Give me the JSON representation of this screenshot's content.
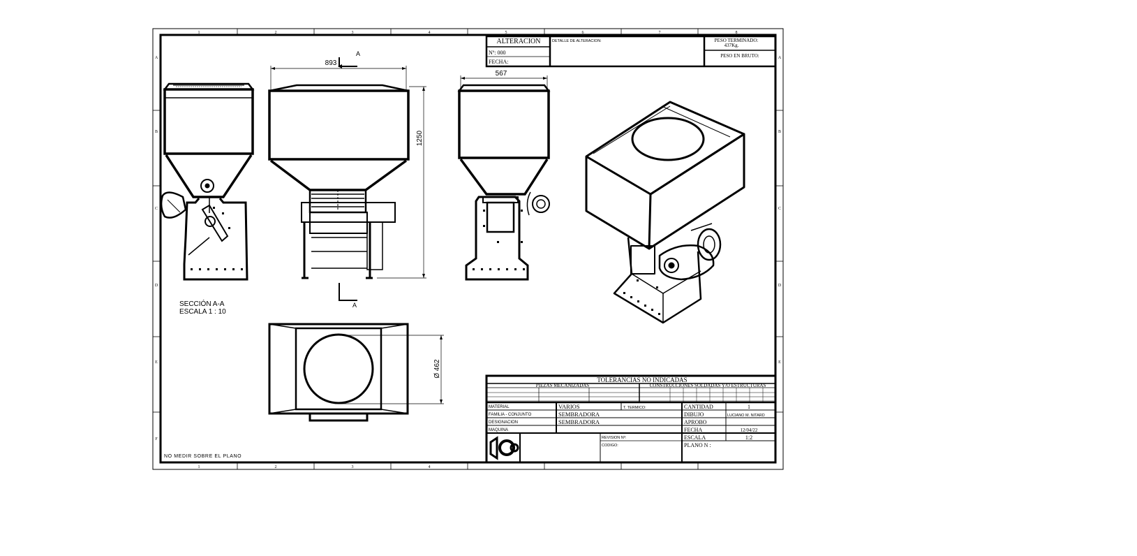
{
  "sheet": {
    "zone_columns": [
      "1",
      "2",
      "3",
      "4",
      "5",
      "6",
      "7",
      "8"
    ],
    "zone_rows": [
      "A",
      "B",
      "C",
      "D",
      "E",
      "F"
    ]
  },
  "revision": {
    "header": "ALTERACION",
    "number": "Nº: 000",
    "date_label": "FECHA:",
    "detail_label": "DETALLE DE ALTERACION:",
    "weight_finished_label": "PESO TERMINADO:",
    "weight_finished_value": "437Kg.",
    "weight_gross_label": "PESO EN BRUTO:"
  },
  "dimensions": {
    "width_front": "893",
    "width_side": "567",
    "height": "1250",
    "diameter": "Ø 462",
    "section_mark": "A"
  },
  "section": {
    "title": "SECCIÓN A-A",
    "scale": "ESCALA 1 : 10"
  },
  "note": "NO MEDIR SOBRE EL PLANO",
  "title_block": {
    "tolerances_header": "TOLERANCIAS NO INDICADAS",
    "machined_header": "PIEZAS MECANIZADAS",
    "welded_header": "CONSTRUCCIONES SOLDADAS Y/O ESTRUCTURAS",
    "material_label": "MATERIAL",
    "material_value": "VARIOS",
    "heat_label": "T. TERMICO:",
    "family_label": "FAMILIA - CONJUNTO",
    "family_value": "SEMBRADORA",
    "designation_label": "DESIGNACION",
    "designation_value": "SEMBRADORA",
    "machine_label": "MAQUINA",
    "revision_label": "REVISION Nº:",
    "code_label": "CODIGO:",
    "quantity_label": "CANTIDAD",
    "quantity_value": "1",
    "drawn_label": "DIBUJO",
    "drawn_value": "LUCIANO M. NITARD",
    "approved_label": "APROBO",
    "date_label": "FECHA",
    "date_value": "12/04/22",
    "scale_label": "ESCALA",
    "scale_value": "1:2",
    "plan_label": "PLANO N :"
  }
}
